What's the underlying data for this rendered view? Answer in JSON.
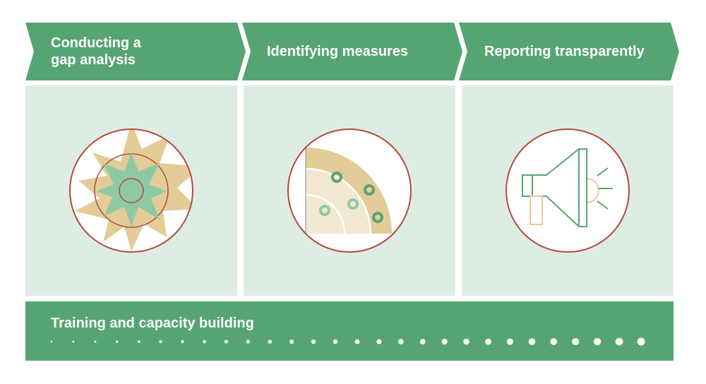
{
  "steps": [
    {
      "label": "Conducting a\ngap analysis",
      "icon": "radar-chart-icon"
    },
    {
      "label": "Identifying measures",
      "icon": "quarter-circle-plot-icon"
    },
    {
      "label": "Reporting transparently",
      "icon": "megaphone-icon"
    }
  ],
  "bottom": {
    "label": "Training and capacity building"
  },
  "colors": {
    "green": "#57a473",
    "panel": "#deede4",
    "sand": "#e3cc98",
    "sand_light": "#f2e8d2",
    "circle_stroke": "#b24b3d",
    "teal_shape": "#8fc9a4"
  }
}
